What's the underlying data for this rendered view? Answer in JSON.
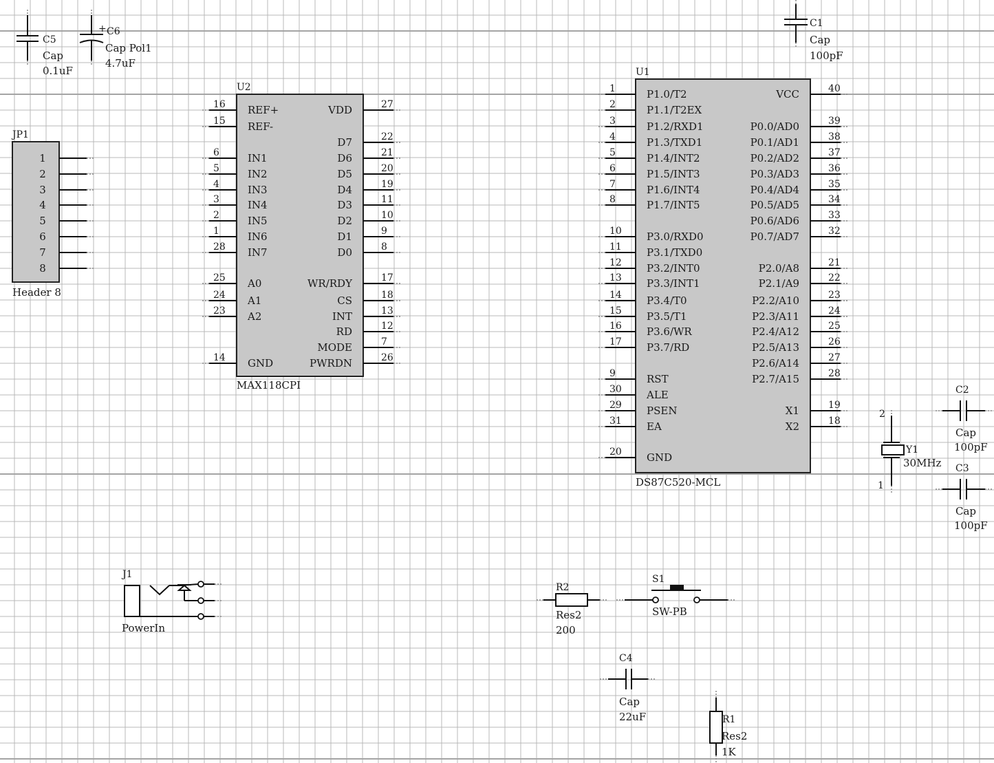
{
  "colors": {
    "background": "#ffffff",
    "grid": "#b8b8b8",
    "body": "#c8c8c8",
    "line": "#111111"
  },
  "components": {
    "c5": {
      "ref": "C5",
      "value": "Cap",
      "rating": "0.1uF"
    },
    "c6": {
      "ref": "C6",
      "value": "Cap Pol1",
      "rating": "4.7uF"
    },
    "c1": {
      "ref": "C1",
      "value": "Cap",
      "rating": "100pF"
    },
    "c2": {
      "ref": "C2",
      "value": "Cap",
      "rating": "100pF"
    },
    "c3": {
      "ref": "C3",
      "value": "Cap",
      "rating": "100pF"
    },
    "c4": {
      "ref": "C4",
      "value": "Cap",
      "rating": "22uF"
    },
    "y1": {
      "ref": "Y1",
      "value": "30MHz"
    },
    "r1": {
      "ref": "R1",
      "value": "Res2",
      "rating": "1K"
    },
    "r2": {
      "ref": "R2",
      "value": "Res2",
      "rating": "200"
    },
    "s1": {
      "ref": "S1",
      "value": "SW-PB"
    },
    "j1": {
      "ref": "J1",
      "value": "PowerIn"
    },
    "jp1": {
      "ref": "JP1",
      "value": "Header 8",
      "pins": [
        "1",
        "2",
        "3",
        "4",
        "5",
        "6",
        "7",
        "8"
      ]
    },
    "u2": {
      "ref": "U2",
      "value": "MAX118CPI",
      "left_pins": [
        {
          "num": "16",
          "name": "REF+"
        },
        {
          "num": "15",
          "name": "REF-"
        },
        {
          "num": "6",
          "name": "IN1"
        },
        {
          "num": "5",
          "name": "IN2"
        },
        {
          "num": "4",
          "name": "IN3"
        },
        {
          "num": "3",
          "name": "IN4"
        },
        {
          "num": "2",
          "name": "IN5"
        },
        {
          "num": "1",
          "name": "IN6"
        },
        {
          "num": "28",
          "name": "IN7"
        },
        {
          "num": "25",
          "name": "A0"
        },
        {
          "num": "24",
          "name": "A1"
        },
        {
          "num": "23",
          "name": "A2"
        },
        {
          "num": "14",
          "name": "GND"
        }
      ],
      "right_pins": [
        {
          "num": "27",
          "name": "VDD"
        },
        {
          "num": "22",
          "name": "D7"
        },
        {
          "num": "21",
          "name": "D6"
        },
        {
          "num": "20",
          "name": "D5"
        },
        {
          "num": "19",
          "name": "D4"
        },
        {
          "num": "11",
          "name": "D3"
        },
        {
          "num": "10",
          "name": "D2"
        },
        {
          "num": "9",
          "name": "D1"
        },
        {
          "num": "8",
          "name": "D0"
        },
        {
          "num": "17",
          "name": "WR/RDY"
        },
        {
          "num": "18",
          "name": "CS"
        },
        {
          "num": "13",
          "name": "INT"
        },
        {
          "num": "12",
          "name": "RD"
        },
        {
          "num": "7",
          "name": "MODE"
        },
        {
          "num": "26",
          "name": "PWRDN"
        }
      ]
    },
    "u1": {
      "ref": "U1",
      "value": "DS87C520-MCL",
      "left_pins": [
        {
          "num": "1",
          "name": "P1.0/T2"
        },
        {
          "num": "2",
          "name": "P1.1/T2EX"
        },
        {
          "num": "3",
          "name": "P1.2/RXD1"
        },
        {
          "num": "4",
          "name": "P1.3/TXD1"
        },
        {
          "num": "5",
          "name": "P1.4/INT2"
        },
        {
          "num": "6",
          "name": "P1.5/INT3"
        },
        {
          "num": "7",
          "name": "P1.6/INT4"
        },
        {
          "num": "8",
          "name": "P1.7/INT5"
        },
        {
          "num": "10",
          "name": "P3.0/RXD0"
        },
        {
          "num": "11",
          "name": "P3.1/TXD0"
        },
        {
          "num": "12",
          "name": "P3.2/INT0"
        },
        {
          "num": "13",
          "name": "P3.3/INT1"
        },
        {
          "num": "14",
          "name": "P3.4/T0"
        },
        {
          "num": "15",
          "name": "P3.5/T1"
        },
        {
          "num": "16",
          "name": "P3.6/WR"
        },
        {
          "num": "17",
          "name": "P3.7/RD"
        },
        {
          "num": "9",
          "name": "RST"
        },
        {
          "num": "30",
          "name": "ALE"
        },
        {
          "num": "29",
          "name": "PSEN"
        },
        {
          "num": "31",
          "name": "EA"
        },
        {
          "num": "20",
          "name": "GND"
        }
      ],
      "right_pins": [
        {
          "num": "40",
          "name": "VCC"
        },
        {
          "num": "39",
          "name": "P0.0/AD0"
        },
        {
          "num": "38",
          "name": "P0.1/AD1"
        },
        {
          "num": "37",
          "name": "P0.2/AD2"
        },
        {
          "num": "36",
          "name": "P0.3/AD3"
        },
        {
          "num": "35",
          "name": "P0.4/AD4"
        },
        {
          "num": "34",
          "name": "P0.5/AD5"
        },
        {
          "num": "33",
          "name": "P0.6/AD6"
        },
        {
          "num": "32",
          "name": "P0.7/AD7"
        },
        {
          "num": "21",
          "name": "P2.0/A8"
        },
        {
          "num": "22",
          "name": "P2.1/A9"
        },
        {
          "num": "23",
          "name": "P2.2/A10"
        },
        {
          "num": "24",
          "name": "P2.3/A11"
        },
        {
          "num": "25",
          "name": "P2.4/A12"
        },
        {
          "num": "26",
          "name": "P2.5/A13"
        },
        {
          "num": "27",
          "name": "P2.6/A14"
        },
        {
          "num": "28",
          "name": "P2.7/A15"
        },
        {
          "num": "19",
          "name": "X1"
        },
        {
          "num": "18",
          "name": "X2"
        }
      ]
    }
  }
}
